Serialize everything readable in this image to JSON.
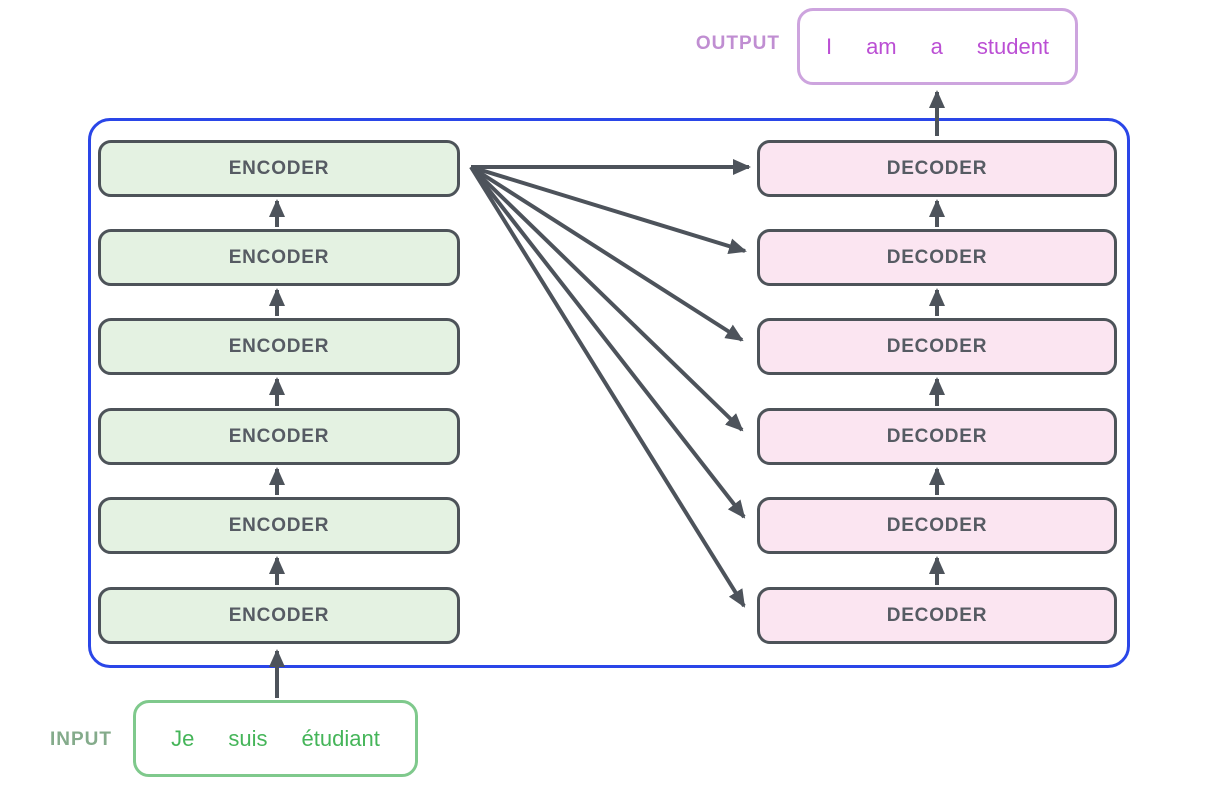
{
  "diagram_title": "transformer-encoder-decoder-stack",
  "output": {
    "label": "OUTPUT",
    "words": [
      "I",
      "am",
      "a",
      "student"
    ]
  },
  "input": {
    "label": "INPUT",
    "words": [
      "Je",
      "suis",
      "étudiant"
    ]
  },
  "encoders": [
    "ENCODER",
    "ENCODER",
    "ENCODER",
    "ENCODER",
    "ENCODER",
    "ENCODER"
  ],
  "decoders": [
    "DECODER",
    "DECODER",
    "DECODER",
    "DECODER",
    "DECODER",
    "DECODER"
  ],
  "colors": {
    "container_border": "#2a46e8",
    "encoder_fill": "#e4f2e2",
    "decoder_fill": "#fbe5f1",
    "box_border": "#4d5359",
    "box_text": "#565b63",
    "arrow": "#4d535b",
    "output_border": "#cda4de",
    "output_text": "#bb4fd4",
    "output_label_text": "#c08ed2",
    "input_border": "#7fc98c",
    "input_text": "#45b559",
    "input_label_text": "#84ab8b",
    "background": "#ffffff"
  }
}
